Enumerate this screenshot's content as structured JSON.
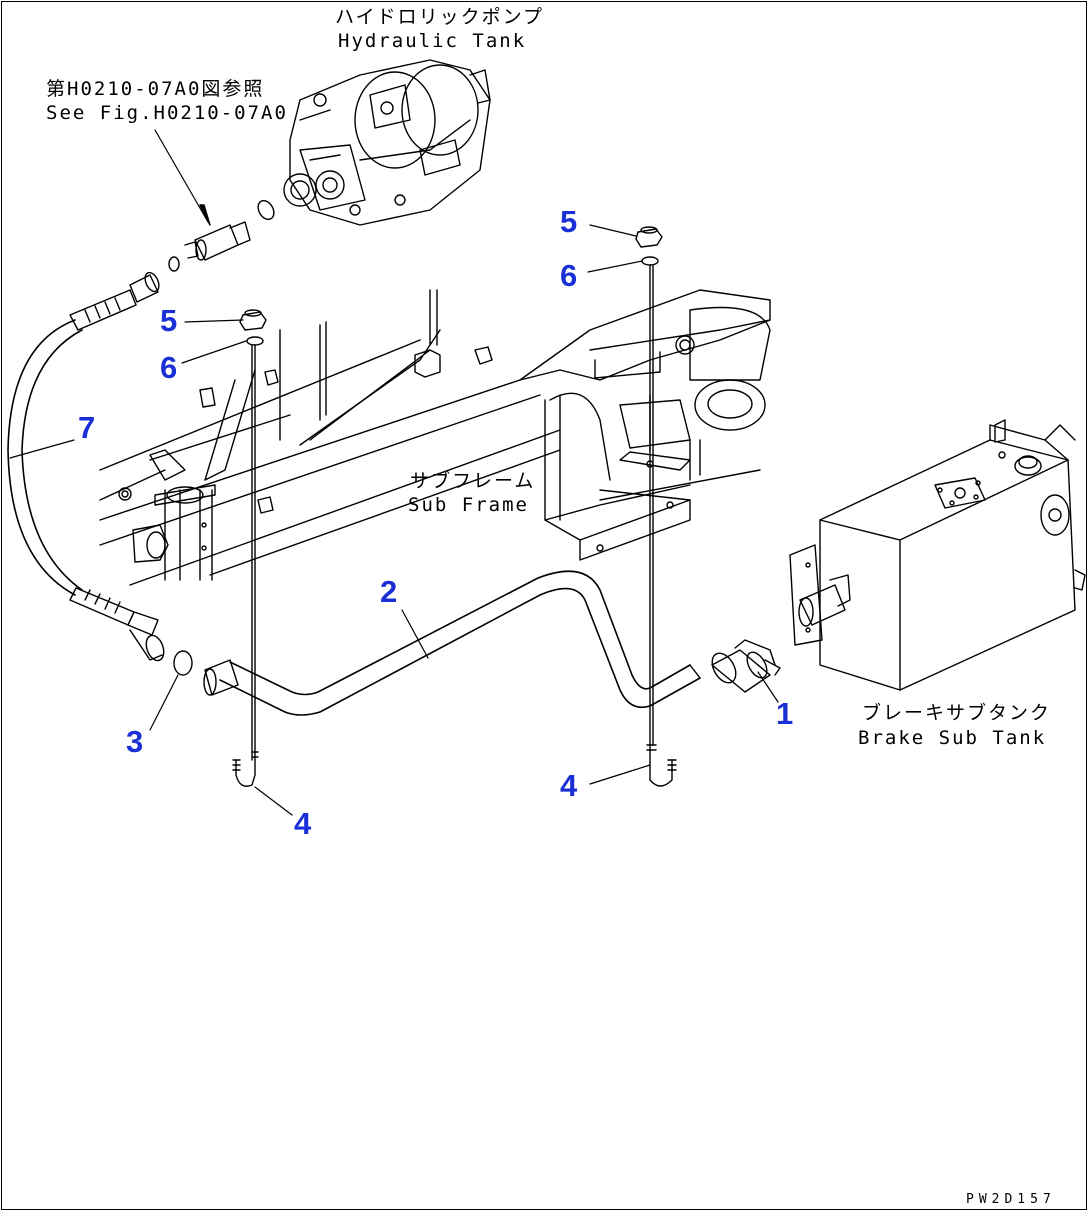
{
  "labels": {
    "pump_jp": "ハイドロリックポンプ",
    "pump_en": "Hydraulic Tank",
    "ref_jp": "第H0210-07A0図参照",
    "ref_en": "See Fig.H0210-07A0",
    "subframe_jp": "サブフレーム",
    "subframe_en": "Sub Frame",
    "tank_jp": "ブレーキサブタンク",
    "tank_en": "Brake Sub Tank"
  },
  "callouts": {
    "c1": "1",
    "c2": "2",
    "c3": "3",
    "c4a": "4",
    "c4b": "4",
    "c5a": "5",
    "c5b": "5",
    "c6a": "6",
    "c6b": "6",
    "c7": "7"
  },
  "drawing_code": "PW2D157",
  "colors": {
    "callout": "#1a2fd6",
    "line": "#000000",
    "background": "#ffffff"
  }
}
